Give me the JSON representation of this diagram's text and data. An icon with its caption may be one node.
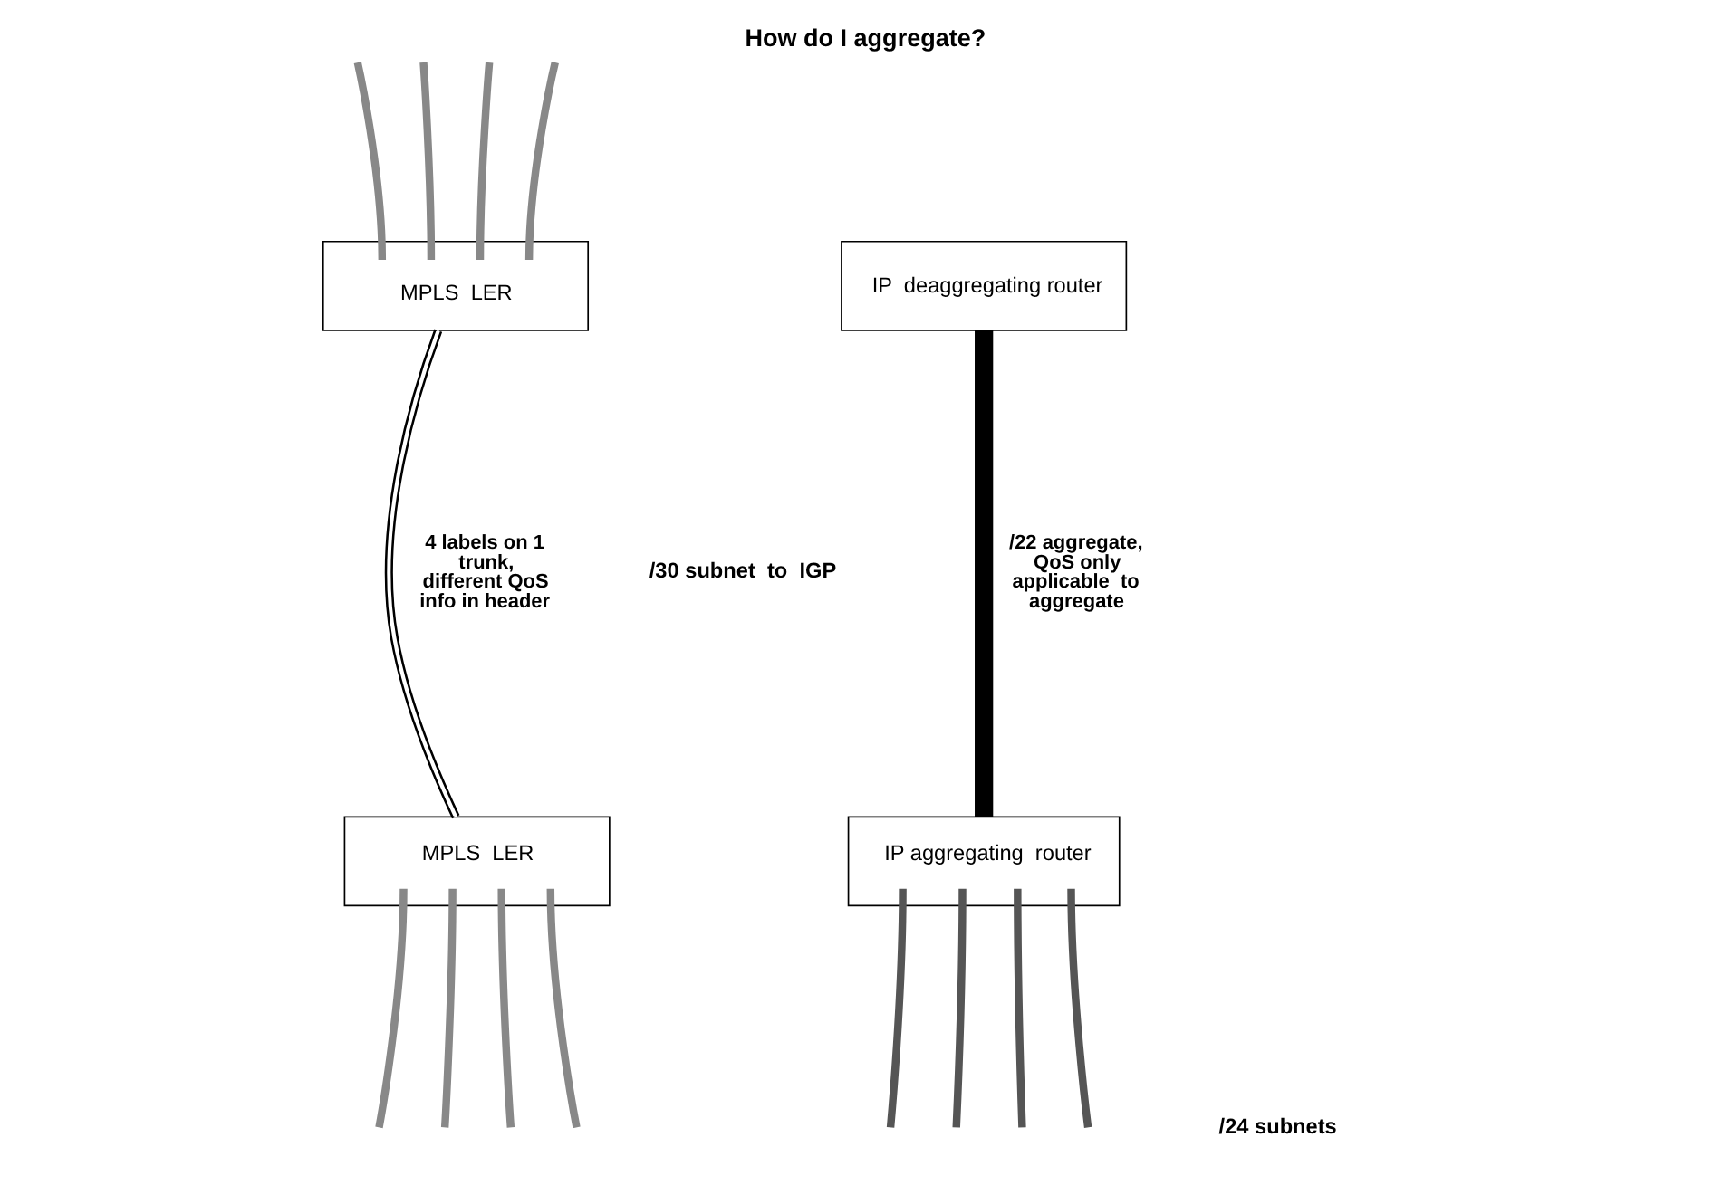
{
  "diagram": {
    "title": "How do I aggregate?",
    "nodes": [
      {
        "text": [
          "MPLS  LER"
        ]
      },
      {
        "text": [
          "IP  deaggregating router"
        ]
      },
      {
        "text": [
          "MPLS  LER"
        ]
      },
      {
        "text": [
          "IP aggregating  router"
        ]
      }
    ],
    "edges": [
      {
        "from": null,
        "to": 0,
        "arrow": "none",
        "color": "#888888"
      },
      {
        "from": null,
        "to": 0,
        "arrow": "none",
        "color": "#888888"
      },
      {
        "from": null,
        "to": 0,
        "arrow": "none",
        "color": "#888888"
      },
      {
        "from": null,
        "to": 0,
        "arrow": "none",
        "color": "#888888"
      },
      {
        "from": 0,
        "to": 2,
        "arrow": "none",
        "color": "#000000",
        "label": "4 labels on 1 trunk, different QoS info in header"
      },
      {
        "from": 1,
        "to": 3,
        "arrow": "none",
        "style": "thick",
        "color": "#000000",
        "label": "/22 aggregate, QoS only applicable  to aggregate"
      },
      {
        "from": 2,
        "to": null,
        "arrow": "none",
        "color": "#888888"
      },
      {
        "from": 2,
        "to": null,
        "arrow": "none",
        "color": "#888888"
      },
      {
        "from": 2,
        "to": null,
        "arrow": "none",
        "color": "#888888"
      },
      {
        "from": 2,
        "to": null,
        "arrow": "none",
        "color": "#888888"
      },
      {
        "from": 3,
        "to": null,
        "arrow": "none",
        "color": "#555555"
      },
      {
        "from": 3,
        "to": null,
        "arrow": "none",
        "color": "#555555"
      },
      {
        "from": 3,
        "to": null,
        "arrow": "none",
        "color": "#555555"
      },
      {
        "from": 3,
        "to": null,
        "arrow": "none",
        "color": "#555555"
      }
    ],
    "labels": [
      "/30 subnet  to  IGP",
      "/24 subnets"
    ]
  }
}
